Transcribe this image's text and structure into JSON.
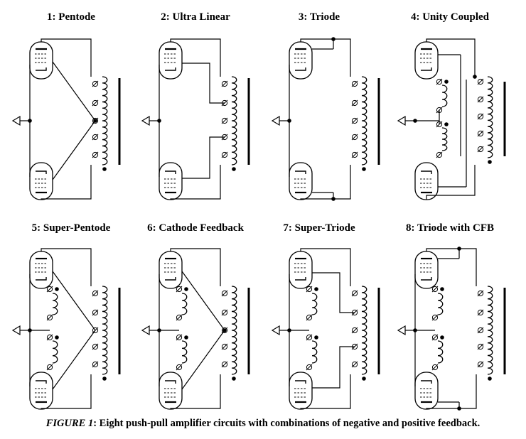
{
  "figure": {
    "panels": [
      {
        "id": 1,
        "title": "1: Pentode",
        "tube": "pentode",
        "coupling": "pentode"
      },
      {
        "id": 2,
        "title": "2: Ultra Linear",
        "tube": "pentode",
        "coupling": "ultralinear"
      },
      {
        "id": 3,
        "title": "3: Triode",
        "tube": "pentode",
        "coupling": "triode"
      },
      {
        "id": 4,
        "title": "4: Unity Coupled",
        "tube": "pentode",
        "coupling": "unity"
      },
      {
        "id": 5,
        "title": "5: Super-Pentode",
        "tube": "pentode",
        "coupling": "superpentode"
      },
      {
        "id": 6,
        "title": "6: Cathode Feedback",
        "tube": "pentode",
        "coupling": "cathodefb"
      },
      {
        "id": 7,
        "title": "7: Super-Triode",
        "tube": "pentode",
        "coupling": "supertriode"
      },
      {
        "id": 8,
        "title": "8: Triode with  CFB",
        "tube": "pentode",
        "coupling": "triodecfb"
      }
    ],
    "caption_label": "FIGURE 1",
    "caption_text": ": Eight push-pull amplifier circuits with combinations of negative and positive feedback."
  }
}
